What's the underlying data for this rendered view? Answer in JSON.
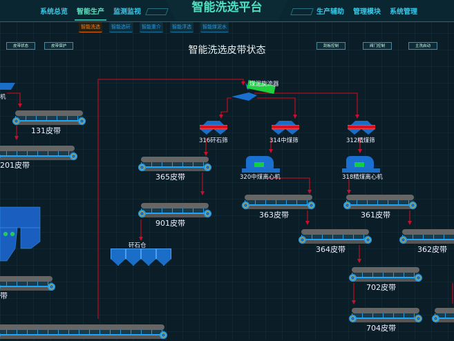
{
  "header": {
    "title": "智能洗选平台",
    "nav_left": [
      "系统总览",
      "智能生产",
      "监测监视"
    ],
    "nav_right": [
      "生产辅助",
      "管理模块",
      "系统管理"
    ],
    "active_nav": "智能生产"
  },
  "subnav": [
    "智能洗选",
    "智能选矸",
    "智能重介",
    "智能浮选",
    "智能煤泥水"
  ],
  "toolbar": {
    "left_buttons": [
      "皮带状态",
      "皮带保护"
    ],
    "right_buttons": [
      "刮板控制",
      "阀门控制",
      "主洗启动"
    ]
  },
  "page_title": "智能洗选皮带状态",
  "belts": [
    "131皮带",
    "201皮带",
    "365皮带",
    "901皮带",
    "363皮带",
    "361皮带",
    "364皮带",
    "362皮带",
    "702皮带",
    "704皮带",
    "带"
  ],
  "equipment": {
    "cyclone": "煤泥旋流器",
    "screens": [
      "316矸石筛",
      "314中煤筛",
      "312精煤筛"
    ],
    "centrifuges": [
      "320中煤离心机",
      "318精煤离心机"
    ],
    "bunker": "矸石仓",
    "feeder_partial": "机"
  },
  "colors": {
    "flow_line": "#c8102e",
    "accent": "#38c8e8",
    "active_tab": "#f08020"
  }
}
